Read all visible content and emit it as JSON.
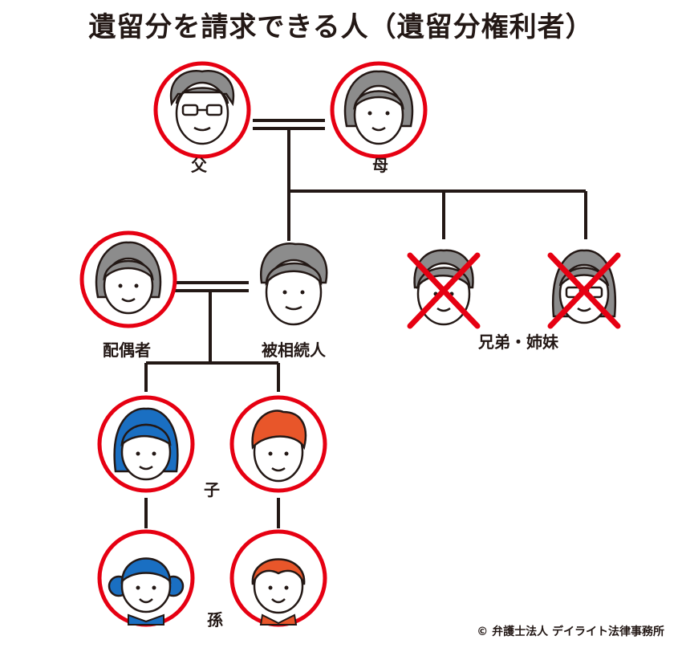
{
  "title": "遺留分を請求できる人（遺留分権利者）",
  "labels": {
    "father": "父",
    "mother": "母",
    "spouse": "配偶者",
    "decedent": "被相続人",
    "siblings": "兄弟・姉妹",
    "children": "子",
    "grandchildren": "孫"
  },
  "copyright": "© 弁護士法人 デイライト法律事務所",
  "colors": {
    "circle": "#e60012",
    "line": "#231815",
    "hair_gray": "#8c8c8c",
    "hair_blue": "#1a6fc2",
    "hair_orange": "#e8562a",
    "cross": "#e60012"
  }
}
